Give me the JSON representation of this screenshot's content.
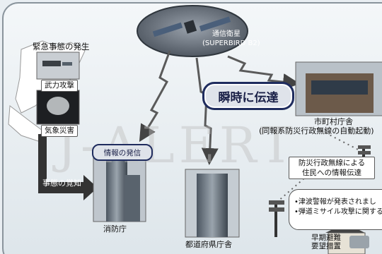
{
  "labels": {
    "emergency": "緊急事態の発生",
    "armed_attack": "武力攻撃",
    "weather_disaster": "気象災害",
    "awareness": "事態の覚知",
    "info_dispatch": "情報の発信",
    "fdma": "消防庁",
    "prefecture": "都道府県庁舎",
    "satellite_name": "通信衛星",
    "satellite_model": "(SUPERBIRD B2)",
    "instant": "瞬時に伝達",
    "municipal": "市町村庁舎",
    "municipal_sub": "(同報系防災行政無線の自動起動)",
    "radio_line1": "防災行政無線による",
    "radio_line2": "住民への情報伝達",
    "bubble_line1": "•津波警報が発表されまし",
    "bubble_line2": "•弾道ミサイル攻撃に関する",
    "evac_line1": "早期避難",
    "evac_line2": "要望措置"
  },
  "watermark": "J-ALERT"
}
